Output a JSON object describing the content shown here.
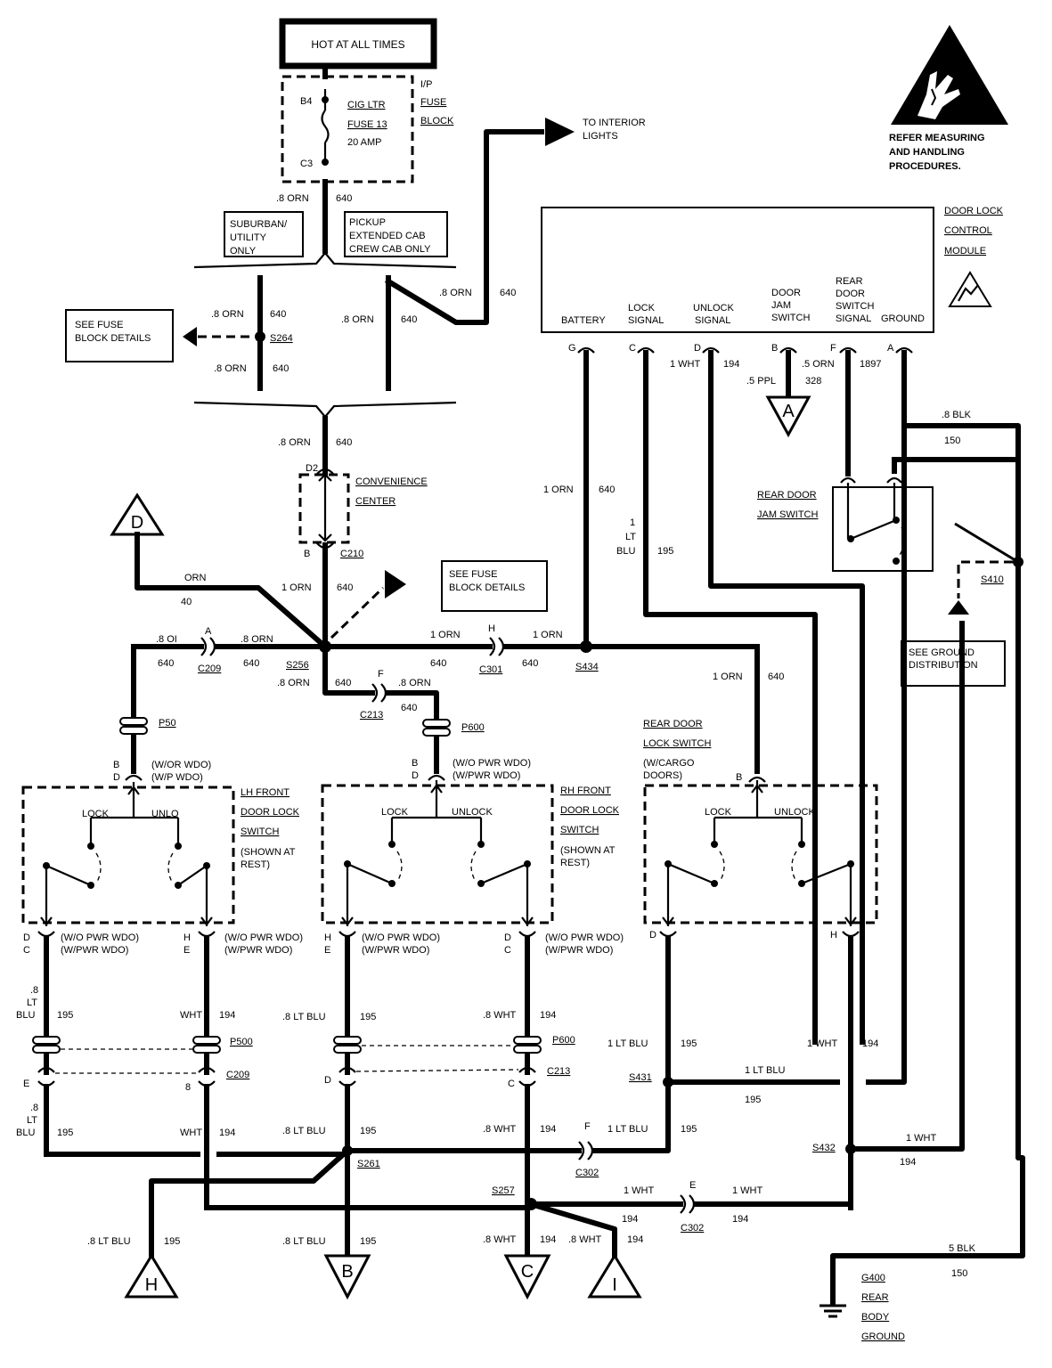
{
  "power": {
    "hot_label": "HOT AT ALL TIMES",
    "fuse_block": [
      "I/P",
      "FUSE",
      "BLOCK"
    ],
    "fuse_lines": [
      "CIG LTR",
      "FUSE 13",
      "20 AMP"
    ],
    "pin_top": "B4",
    "pin_bottom": "C3",
    "wire_color": ".8 ORN",
    "circuit": "640"
  },
  "variants": {
    "suburban": [
      "SUBURBAN/",
      "UTILITY",
      "ONLY"
    ],
    "pickup": [
      "PICKUP",
      "EXTENDED CAB",
      "CREW CAB ONLY"
    ]
  },
  "interior_lights": [
    "TO INTERIOR",
    "LIGHTS"
  ],
  "esd_notice": [
    "REFER MEASURING",
    "AND HANDLING",
    "PROCEDURES."
  ],
  "see_fuse_block": [
    "SEE FUSE",
    "BLOCK DETAILS"
  ],
  "see_ground": [
    "SEE GROUND",
    "DISTRIBUTION"
  ],
  "module": {
    "title": [
      "DOOR LOCK",
      "CONTROL",
      "MODULE"
    ],
    "battery": "BATTERY",
    "lock_signal": [
      "LOCK",
      "SIGNAL"
    ],
    "unlock_signal": [
      "UNLOCK",
      "SIGNAL"
    ],
    "door_jam": [
      "DOOR",
      "JAM",
      "SWITCH"
    ],
    "rear_door": [
      "REAR",
      "DOOR",
      "SWITCH",
      "SIGNAL"
    ],
    "ground": "GROUND",
    "pins": [
      "G",
      "C",
      "D",
      "B",
      "F",
      "A"
    ]
  },
  "splices": {
    "s264": "S264",
    "s256": "S256",
    "s434": "S434",
    "s410": "S410",
    "s431": "S431",
    "s432": "S432",
    "s261": "S261",
    "s257": "S257"
  },
  "connectors": {
    "c209": "C209",
    "c301": "C301",
    "c213": "C213",
    "c210": "C210",
    "p50": "P50",
    "p600": "P600",
    "p500": "P500",
    "c302": "C302"
  },
  "convenience": [
    "CONVENIENCE",
    "CENTER"
  ],
  "switches": {
    "lh": [
      "LH FRONT",
      "DOOR LOCK",
      "SWITCH",
      "(SHOWN AT",
      "REST)"
    ],
    "rh": [
      "RH FRONT",
      "DOOR LOCK",
      "SWITCH",
      "(SHOWN AT",
      "REST)"
    ],
    "rear": [
      "REAR DOOR",
      "LOCK SWITCH",
      "(W/CARGO",
      "DOORS)"
    ],
    "lock": "LOCK",
    "unlock": "UNLOCK",
    "unlock_trunc": "UNLO"
  },
  "rear_jam": [
    "REAR DOOR",
    "JAM SWITCH"
  ],
  "ground_loc": [
    "G400",
    "REAR",
    "BODY",
    "GROUND"
  ],
  "options": {
    "wo_pwr_wdo": "(W/O PWR WDO)",
    "w_pwr_wdo": "(W/PWR WDO)",
    "wor_wdo": "(W/OR WDO)",
    "wp_wdo": "(W/P WDO)"
  },
  "wires": {
    "orn_640": "640",
    "orn_08": ".8 ORN",
    "orn_1": "1 ORN",
    "orn": "ORN",
    "c40": "40",
    "ltblu": ".8 LT BLU",
    "ltblu1": "1 LT BLU",
    "c195": "195",
    "wht08": ".8 WHT",
    "wht1": "1 WHT",
    "c194": "194",
    "wht_trunc": "WHT",
    "ppl": ".5 PPL",
    "c328": "328",
    "orn05": ".5 ORN",
    "c1897": "1897",
    "blk08": ".8 BLK",
    "blk5": "5 BLK",
    "c150": "150",
    "orn08_trunc": ".8 OI",
    "ltblu_trunc": "195"
  },
  "refs": {
    "a": "A",
    "b": "B",
    "c": "C",
    "d": "D",
    "h": "H",
    "i": "I"
  }
}
